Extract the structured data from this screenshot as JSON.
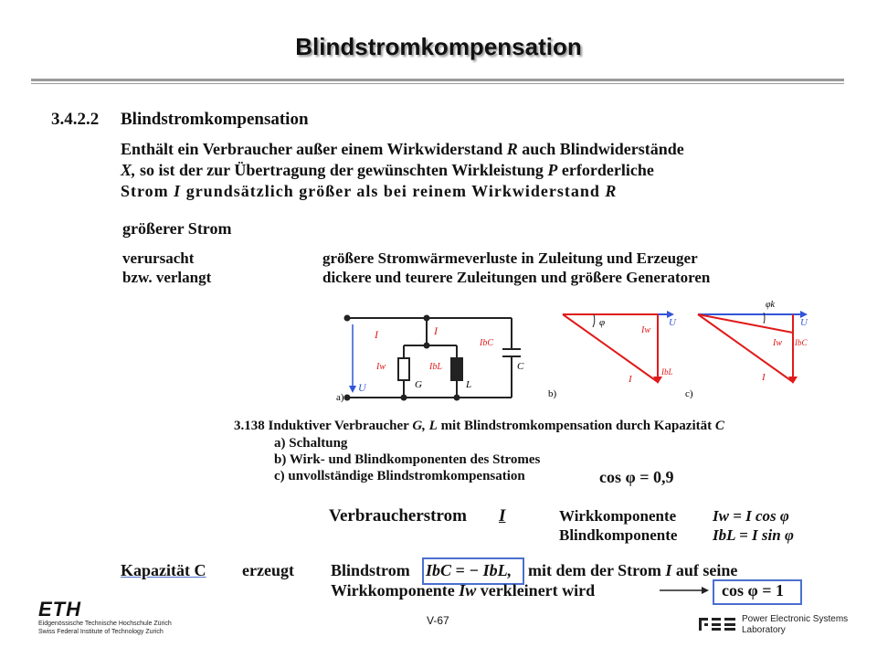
{
  "slide_title": "Blindstromkompensation",
  "section_number": "3.4.2.2",
  "section_title": "Blindstromkompensation",
  "paragraph": {
    "line1_a": "Enthält ein Verbraucher außer einem Wirkwiderstand ",
    "line1_R": "R",
    "line1_b": " auch Blindwiderstände",
    "line2_X": "X,",
    "line2_a": " so ist der zur Übertragung der gewünschten Wirkleistung ",
    "line2_P": "P",
    "line2_b": " erforderliche",
    "line3_a": "Strom ",
    "line3_I": "I",
    "line3_b": " grundsätzlich größer als bei reinem Wirkwiderstand ",
    "line3_R": "R"
  },
  "greater_current": "größerer Strom",
  "causes": {
    "left_line1": "verursacht",
    "left_line2": "bzw. verlangt",
    "right_line1": "größere Stromwärmeverluste in Zuleitung und Erzeuger",
    "right_line2": "dickere und teurere Zuleitungen und größere Generatoren"
  },
  "figure": {
    "label_a": "a)",
    "label_b": "b)",
    "label_c": "c)",
    "sym_U": "U",
    "sym_I": "I",
    "sym_Iw": "Iw",
    "sym_IbL": "IbL",
    "sym_IbC": "IbC",
    "sym_G": "G",
    "sym_L": "L",
    "sym_C": "C",
    "sym_phi": "φ",
    "sym_phik": "φk"
  },
  "caption": {
    "number": "3.138",
    "text_a": "Induktiver Verbraucher ",
    "text_G": "G, L",
    "text_b": " mit Blindstromkompensation durch Kapazität ",
    "text_C": "C",
    "item_a": "a) Schaltung",
    "item_b": "b) Wirk- und Blindkomponenten des Stromes",
    "item_c": "c) unvollständige Blindstromkompensation",
    "cos_value": "cos φ = 0,9"
  },
  "consumer": {
    "label": "Verbraucherstrom",
    "symbol": "I",
    "wirk_label": "Wirkkomponente",
    "wirk_formula": "Iw = I cos φ",
    "blind_label": "Blindkomponente",
    "blind_formula": "IbL = I sin φ"
  },
  "capacitance": {
    "label": "Kapazität C",
    "verb": "erzeugt",
    "blind_label": "Blindstrom",
    "blind_formula": "IbC = − IbL,",
    "line1_rest_a": "mit dem der Strom ",
    "line1_rest_I": "I",
    "line1_rest_b": " auf seine",
    "line2_a": "Wirkkomponente ",
    "line2_Iw": "Iw",
    "line2_b": " verkleinert wird",
    "result": "cos φ = 1"
  },
  "footer": {
    "eth_logo": "ETH",
    "eth_line1": "Eidgenössische Technische Hochschule Zürich",
    "eth_line2": "Swiss Federal Institute of Technology Zurich",
    "page": "V-67",
    "pes_line1": "Power Electronic Systems",
    "pes_line2": "Laboratory"
  },
  "colors": {
    "accent_blue": "#3355d8",
    "accent_red": "#e01a1a"
  }
}
